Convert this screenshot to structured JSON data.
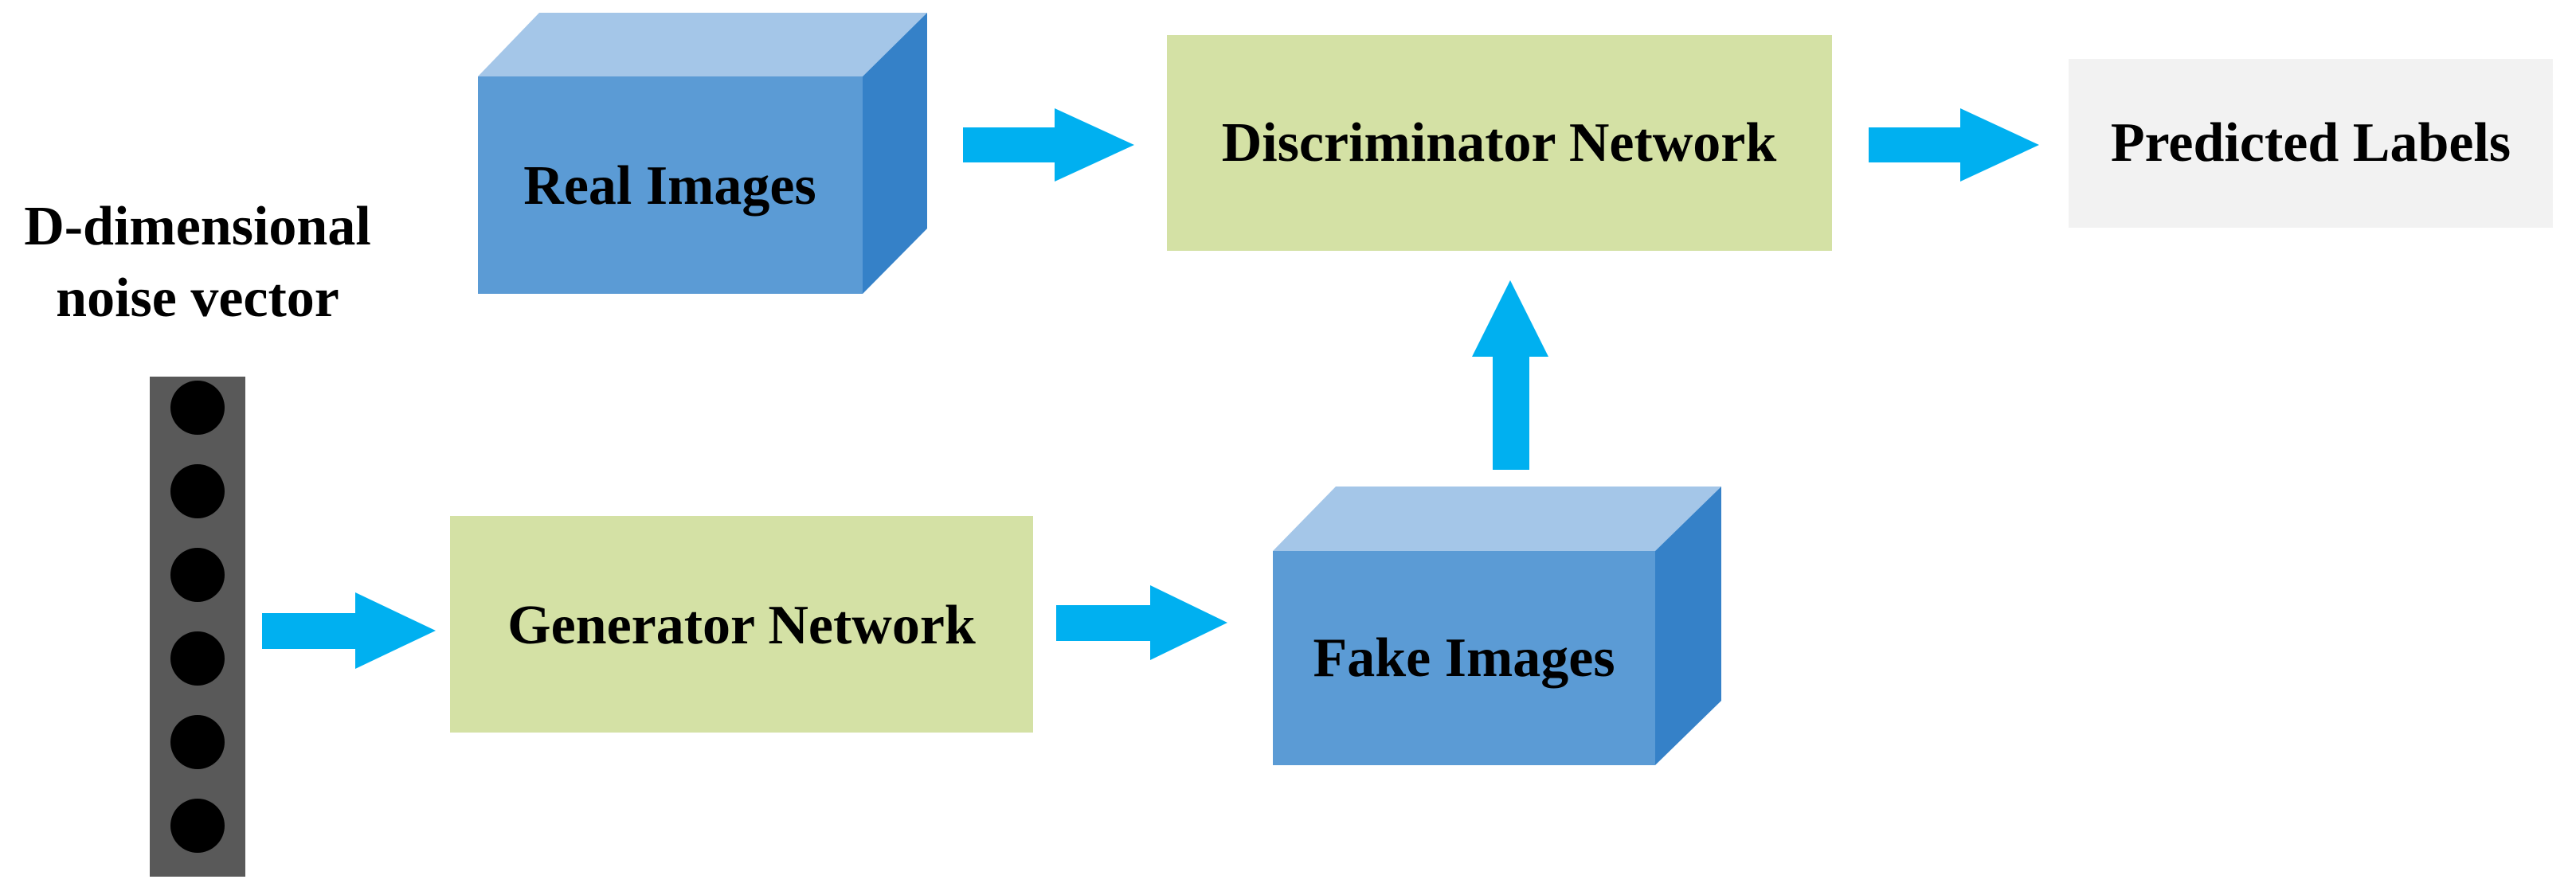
{
  "noise_label": {
    "line1": "D-dimensional",
    "line2": "noise vector"
  },
  "nodes": {
    "real_images": "Real Images",
    "discriminator": "Discriminator Network",
    "predicted_labels": "Predicted Labels",
    "generator": "Generator Network",
    "fake_images": "Fake Images"
  },
  "colors": {
    "cube_front": "#5b9bd5",
    "cube_top": "#a4c6e8",
    "cube_side": "#3581c8",
    "network_box": "#d4e1a5",
    "labels_box": "#f2f2f2",
    "arrow": "#00b0f0",
    "noise_bar": "#595959",
    "noise_dot": "#000000"
  },
  "noise_vector": {
    "dot_count": 6
  }
}
